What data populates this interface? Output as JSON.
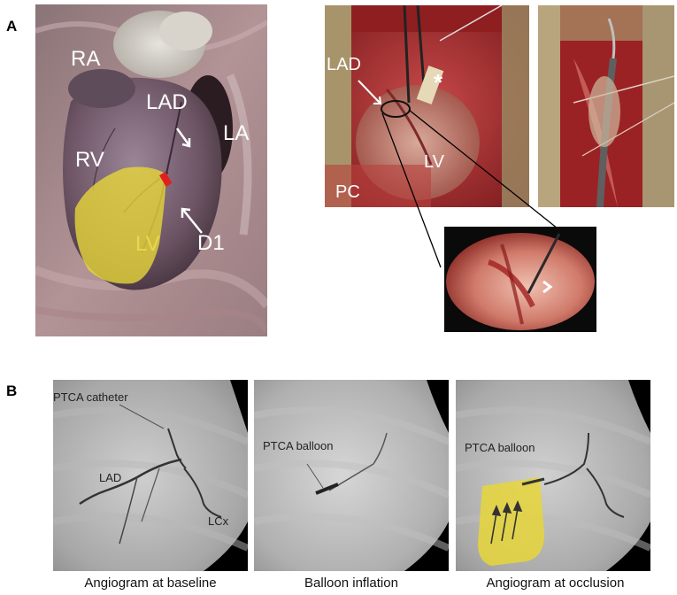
{
  "panel_a": {
    "letter": "A",
    "heart_labels": {
      "ra": "RA",
      "rv": "RV",
      "lad": "LAD",
      "la": "LA",
      "lv": "LV",
      "d1": "D1"
    },
    "surgery_labels": {
      "lad": "LAD",
      "lv": "LV",
      "pc": "PC",
      "asterisk": "*"
    }
  },
  "panel_b": {
    "letter": "B",
    "panels": [
      {
        "labels": [
          "PTCA catheter",
          "LAD",
          "LCx"
        ],
        "caption": "Angiogram at baseline"
      },
      {
        "labels": [
          "PTCA balloon"
        ],
        "caption": "Balloon inflation"
      },
      {
        "labels": [
          "PTCA balloon"
        ],
        "caption": "Angiogram at occlusion"
      }
    ]
  },
  "colors": {
    "infarct_overlay": "#e6d63a",
    "occlusion_marker": "#e02020"
  }
}
